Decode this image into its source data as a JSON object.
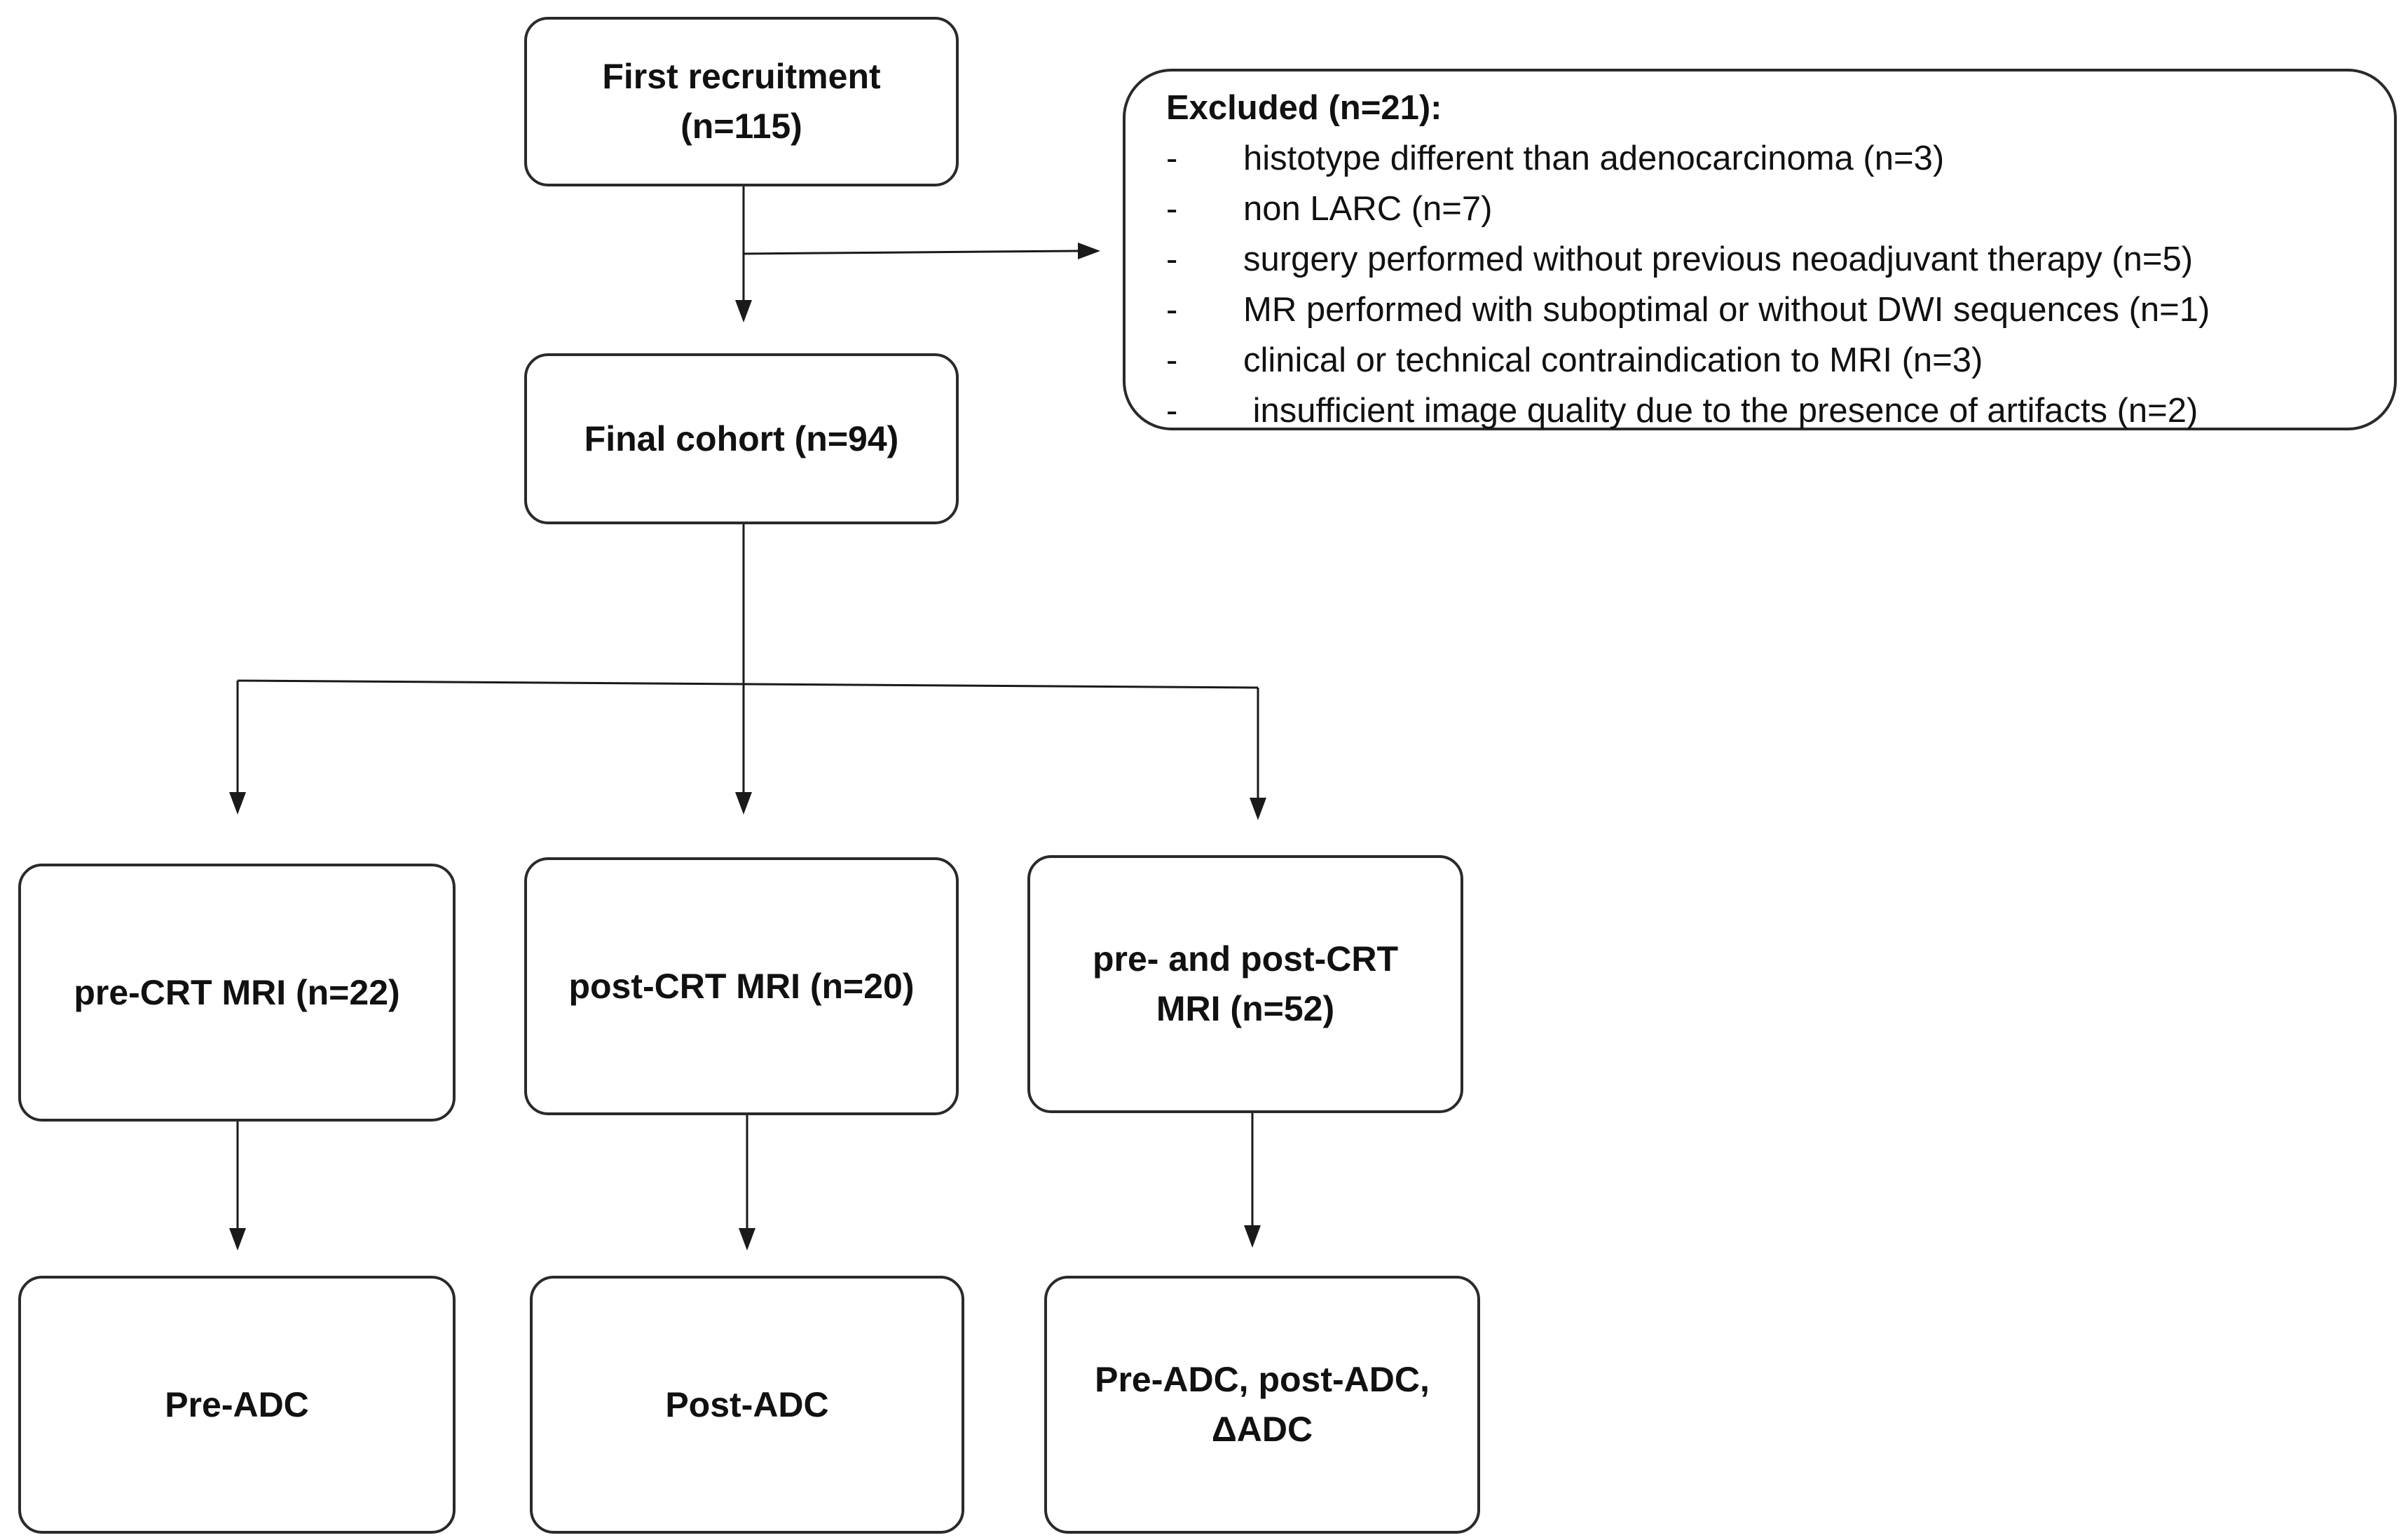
{
  "diagram": {
    "first_recruitment": {
      "line1": "First recruitment",
      "line2": "(n=115)"
    },
    "excluded": {
      "title": "Excluded (n=21):",
      "items": [
        {
          "bullet": "-",
          "text": "histotype different than adenocarcinoma (n=3)"
        },
        {
          "bullet": "-",
          "text": "non LARC (n=7)"
        },
        {
          "bullet": "-",
          "text": "surgery performed without previous neoadjuvant therapy (n=5)"
        },
        {
          "bullet": "-",
          "text": "MR performed with suboptimal or without DWI sequences (n=1)"
        },
        {
          "bullet": "-",
          "text": "clinical or technical contraindication to MRI (n=3)"
        },
        {
          "bullet": "-",
          "text": " insufficient image quality due to the presence of artifacts (n=2)"
        }
      ]
    },
    "final_cohort": "Final cohort (n=94)",
    "groups": [
      {
        "mri": [
          "pre-CRT MRI (n=22)"
        ],
        "adc": [
          "Pre-ADC"
        ]
      },
      {
        "mri": [
          "post-CRT MRI (n=20)"
        ],
        "adc": [
          "Post-ADC"
        ]
      },
      {
        "mri": [
          "pre- and post-CRT",
          "MRI (n=52)"
        ],
        "adc": [
          "Pre-ADC, post-ADC,",
          "ΔADC"
        ]
      }
    ]
  }
}
